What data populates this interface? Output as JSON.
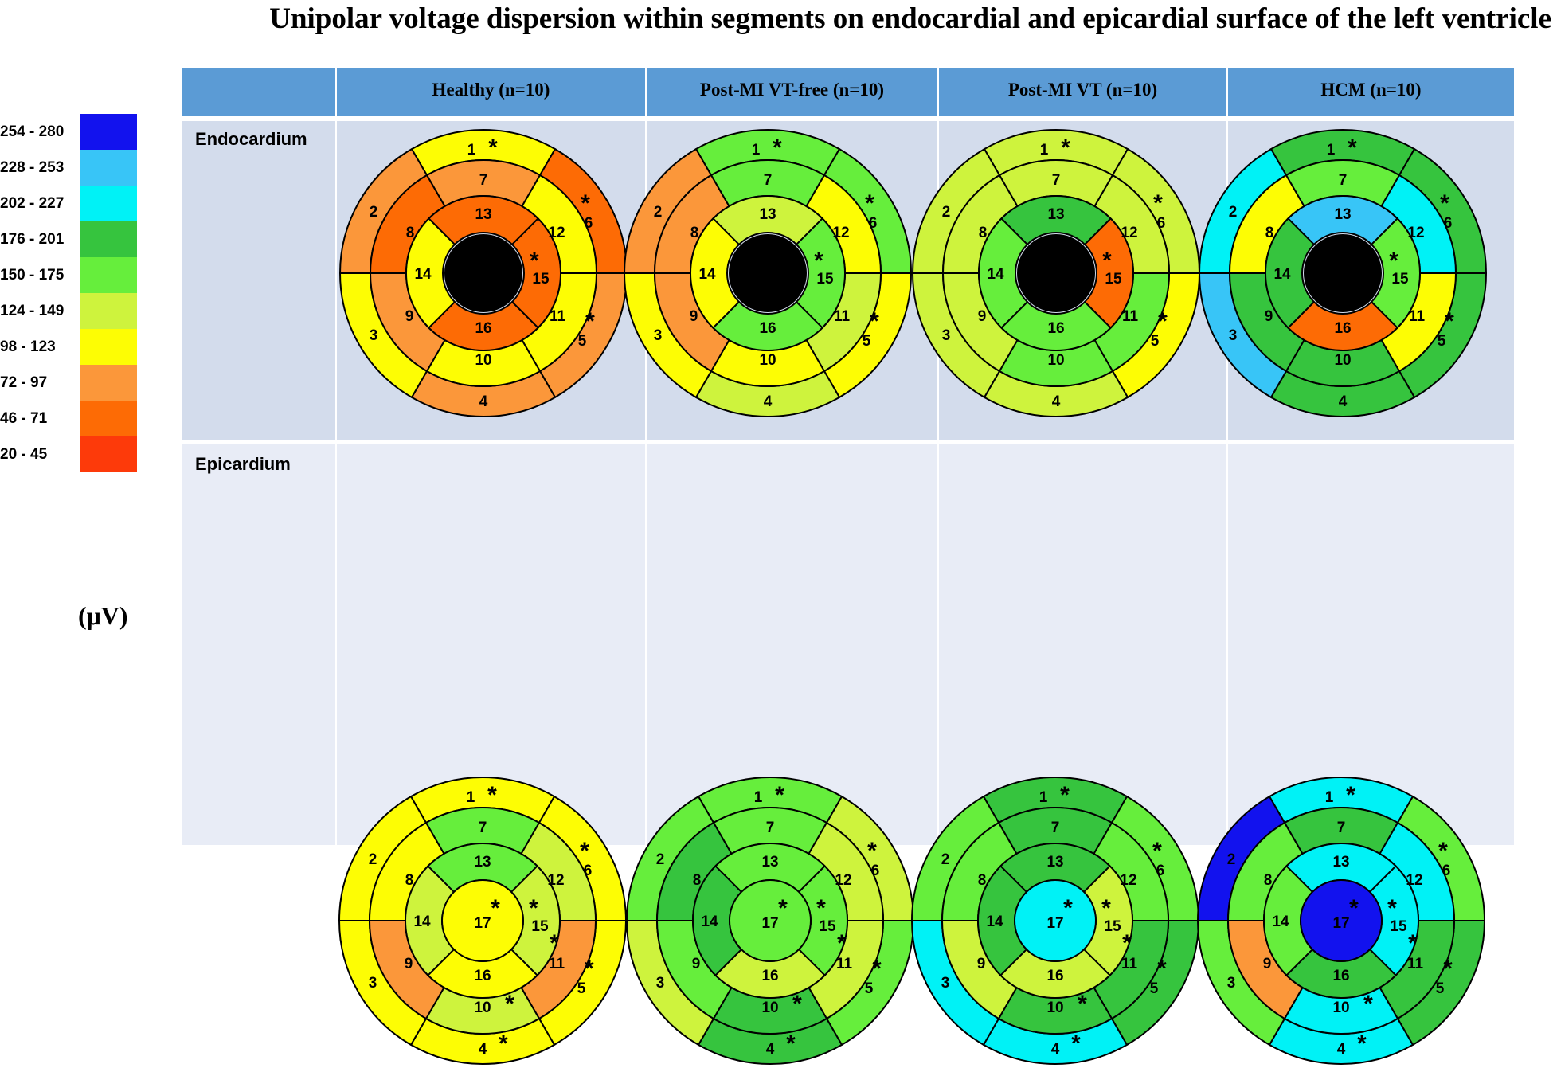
{
  "title": "Unipolar voltage dispersion within segments on endocardial and epicardial surface of the left ventricle",
  "legend": {
    "unit": "(μV)",
    "items": [
      {
        "label": "254 - 280",
        "color": "#1212ee"
      },
      {
        "label": "228 - 253",
        "color": "#38c5f7"
      },
      {
        "label": "202 - 227",
        "color": "#00f2f6"
      },
      {
        "label": "176 - 201",
        "color": "#36c43e"
      },
      {
        "label": "150 - 175",
        "color": "#66ee3c"
      },
      {
        "label": "124 - 149",
        "color": "#cef33d"
      },
      {
        "label": "98 - 123",
        "color": "#fdfd04"
      },
      {
        "label": "72 - 97",
        "color": "#fb973a"
      },
      {
        "label": "46 - 71",
        "color": "#fd6b05"
      },
      {
        "label": "20 - 45",
        "color": "#fd3a0a"
      }
    ]
  },
  "columns": [
    "Healthy (n=10)",
    "Post-MI VT-free (n=10)",
    "Post-MI VT (n=10)",
    "HCM (n=10)"
  ],
  "rows": [
    {
      "label": "Endocardium",
      "diagrams": [
        {
          "colors": {
            "1": "#fdfd04",
            "2": "#fb973a",
            "3": "#fdfd04",
            "4": "#fb973a",
            "5": "#fb973a",
            "6": "#fd6b05",
            "7": "#fb973a",
            "8": "#fd6b05",
            "9": "#fb973a",
            "10": "#fdfd04",
            "11": "#fdfd04",
            "12": "#fdfd04",
            "13": "#fd6b05",
            "14": "#fdfd04",
            "15": "#fd6b05",
            "16": "#fd6b05"
          },
          "stars": [
            "1",
            "5",
            "6",
            "15"
          ]
        },
        {
          "colors": {
            "1": "#66ee3c",
            "2": "#fb973a",
            "3": "#fdfd04",
            "4": "#cef33d",
            "5": "#fdfd04",
            "6": "#66ee3c",
            "7": "#66ee3c",
            "8": "#fb973a",
            "9": "#fb973a",
            "10": "#fdfd04",
            "11": "#cef33d",
            "12": "#fdfd04",
            "13": "#cef33d",
            "14": "#fdfd04",
            "15": "#66ee3c",
            "16": "#66ee3c"
          },
          "stars": [
            "1",
            "5",
            "6",
            "15"
          ]
        },
        {
          "colors": {
            "1": "#cef33d",
            "2": "#cef33d",
            "3": "#cef33d",
            "4": "#cef33d",
            "5": "#fdfd04",
            "6": "#cef33d",
            "7": "#cef33d",
            "8": "#cef33d",
            "9": "#cef33d",
            "10": "#66ee3c",
            "11": "#66ee3c",
            "12": "#cef33d",
            "13": "#36c43e",
            "14": "#66ee3c",
            "15": "#fd6b05",
            "16": "#66ee3c"
          },
          "stars": [
            "1",
            "5",
            "6",
            "15"
          ]
        },
        {
          "colors": {
            "1": "#36c43e",
            "2": "#00f2f6",
            "3": "#38c5f7",
            "4": "#36c43e",
            "5": "#36c43e",
            "6": "#36c43e",
            "7": "#66ee3c",
            "8": "#fdfd04",
            "9": "#36c43e",
            "10": "#36c43e",
            "11": "#fdfd04",
            "12": "#00f2f6",
            "13": "#38c5f7",
            "14": "#36c43e",
            "15": "#66ee3c",
            "16": "#fd6b05"
          },
          "stars": [
            "1",
            "5",
            "6",
            "15"
          ]
        }
      ]
    },
    {
      "label": "Epicardium",
      "diagrams": [
        {
          "colors": {
            "1": "#fdfd04",
            "2": "#fdfd04",
            "3": "#fdfd04",
            "4": "#fdfd04",
            "5": "#fdfd04",
            "6": "#fdfd04",
            "7": "#66ee3c",
            "8": "#fdfd04",
            "9": "#fb973a",
            "10": "#cef33d",
            "11": "#fb973a",
            "12": "#cef33d",
            "13": "#66ee3c",
            "14": "#cef33d",
            "15": "#cef33d",
            "16": "#fdfd04",
            "17": "#fdfd04"
          },
          "stars": [
            "1",
            "4",
            "5",
            "6",
            "10",
            "11",
            "15",
            "17"
          ]
        },
        {
          "colors": {
            "1": "#66ee3c",
            "2": "#66ee3c",
            "3": "#cef33d",
            "4": "#36c43e",
            "5": "#66ee3c",
            "6": "#cef33d",
            "7": "#66ee3c",
            "8": "#36c43e",
            "9": "#66ee3c",
            "10": "#36c43e",
            "11": "#cef33d",
            "12": "#cef33d",
            "13": "#66ee3c",
            "14": "#36c43e",
            "15": "#66ee3c",
            "16": "#cef33d",
            "17": "#66ee3c"
          },
          "stars": [
            "1",
            "4",
            "5",
            "6",
            "10",
            "11",
            "15",
            "17"
          ]
        },
        {
          "colors": {
            "1": "#36c43e",
            "2": "#66ee3c",
            "3": "#00f2f6",
            "4": "#00f2f6",
            "5": "#36c43e",
            "6": "#66ee3c",
            "7": "#36c43e",
            "8": "#66ee3c",
            "9": "#cef33d",
            "10": "#36c43e",
            "11": "#36c43e",
            "12": "#66ee3c",
            "13": "#36c43e",
            "14": "#36c43e",
            "15": "#cef33d",
            "16": "#cef33d",
            "17": "#00f2f6"
          },
          "stars": [
            "1",
            "4",
            "5",
            "6",
            "10",
            "11",
            "15",
            "17"
          ]
        },
        {
          "colors": {
            "1": "#00f2f6",
            "2": "#1212ee",
            "3": "#66ee3c",
            "4": "#00f2f6",
            "5": "#36c43e",
            "6": "#66ee3c",
            "7": "#36c43e",
            "8": "#66ee3c",
            "9": "#fb973a",
            "10": "#00f2f6",
            "11": "#36c43e",
            "12": "#00f2f6",
            "13": "#00f2f6",
            "14": "#66ee3c",
            "15": "#00f2f6",
            "16": "#36c43e",
            "17": "#1212ee"
          },
          "stars": [
            "1",
            "4",
            "5",
            "6",
            "10",
            "11",
            "15",
            "17"
          ]
        }
      ]
    }
  ]
}
